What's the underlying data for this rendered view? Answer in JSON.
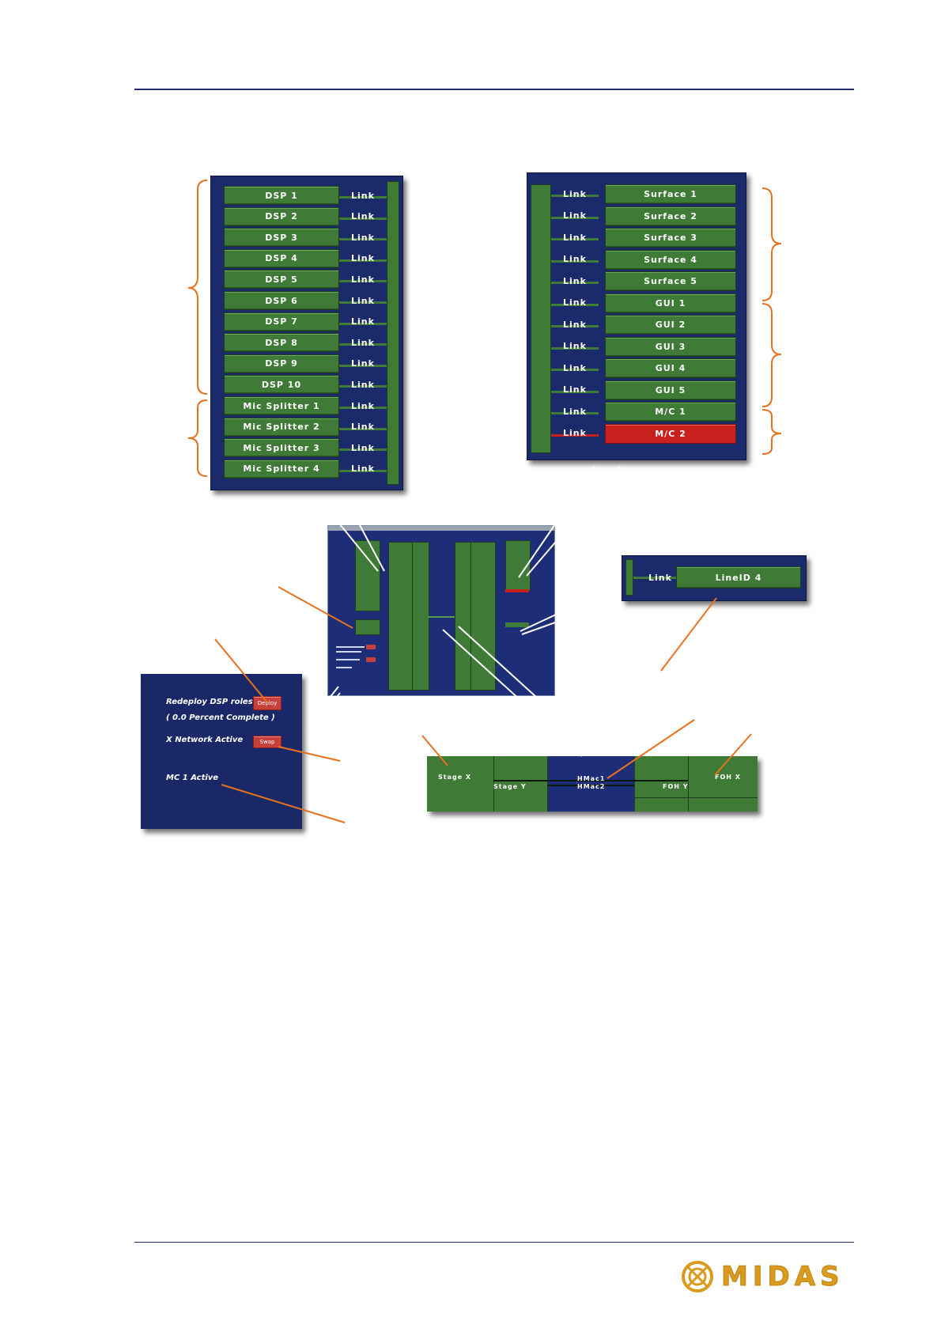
{
  "left_panel": {
    "rows": [
      {
        "label": "DSP 1",
        "link": "Link"
      },
      {
        "label": "DSP 2",
        "link": "Link"
      },
      {
        "label": "DSP 3",
        "link": "Link"
      },
      {
        "label": "DSP 4",
        "link": "Link"
      },
      {
        "label": "DSP 5",
        "link": "Link"
      },
      {
        "label": "DSP 6",
        "link": "Link"
      },
      {
        "label": "DSP 7",
        "link": "Link"
      },
      {
        "label": "DSP 8",
        "link": "Link"
      },
      {
        "label": "DSP 9",
        "link": "Link"
      },
      {
        "label": "DSP 10",
        "link": "Link"
      },
      {
        "label": "Mic Splitter 1",
        "link": "Link"
      },
      {
        "label": "Mic Splitter 2",
        "link": "Link"
      },
      {
        "label": "Mic Splitter 3",
        "link": "Link"
      },
      {
        "label": "Mic Splitter 4",
        "link": "Link"
      }
    ]
  },
  "right_panel": {
    "rows": [
      {
        "label": "Surface 1",
        "link": "Link",
        "state": "ok"
      },
      {
        "label": "Surface 2",
        "link": "Link",
        "state": "ok"
      },
      {
        "label": "Surface 3",
        "link": "Link",
        "state": "ok"
      },
      {
        "label": "Surface 4",
        "link": "Link",
        "state": "ok"
      },
      {
        "label": "Surface 5",
        "link": "Link",
        "state": "ok"
      },
      {
        "label": "GUI 1",
        "link": "Link",
        "state": "ok"
      },
      {
        "label": "GUI 2",
        "link": "Link",
        "state": "ok"
      },
      {
        "label": "GUI 3",
        "link": "Link",
        "state": "ok"
      },
      {
        "label": "GUI 4",
        "link": "Link",
        "state": "ok"
      },
      {
        "label": "GUI 5",
        "link": "Link",
        "state": "ok"
      },
      {
        "label": "M/C 1",
        "link": "Link",
        "state": "ok"
      },
      {
        "label": "M/C 2",
        "link": "Link",
        "state": "fault"
      }
    ]
  },
  "lineid_panel": {
    "link": "Link",
    "label": "LineID  4"
  },
  "control_panel": {
    "redeploy_label": "Redeploy DSP roles",
    "redeploy_button": "Deploy",
    "progress": "( 0.0 Percent Complete )",
    "network_label": "X Network Active",
    "swap_button": "Swap",
    "mc_label": "MC 1 Active"
  },
  "network_panel": {
    "stage_x": "Stage X",
    "stage_y": "Stage Y",
    "hmac1": "HMac1",
    "hmac2": "HMac2",
    "foh_y": "FOH Y",
    "foh_x": "FOH X"
  },
  "colors": {
    "navy": "#1b2a6a",
    "green": "#3f7a37",
    "red": "#c8201d",
    "callout": "#e8711e",
    "rule": "#1f2a6e"
  },
  "logo": {
    "text": "MIDAS"
  }
}
